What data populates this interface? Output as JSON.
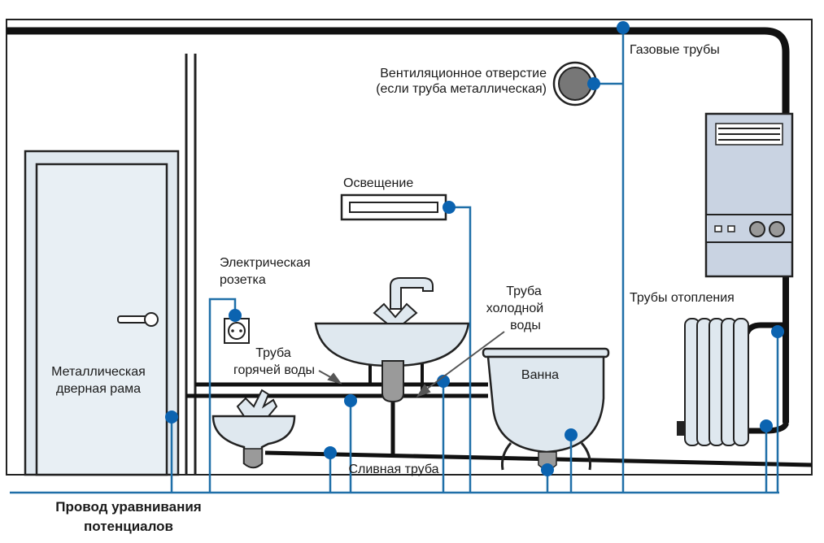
{
  "labels": {
    "gas_pipes": "Газовые трубы",
    "vent_line1": "Вентиляционное отверстие",
    "vent_line2": "(если труба металлическая)",
    "lighting": "Освещение",
    "socket_line1": "Электрическая",
    "socket_line2": "розетка",
    "cold_line1": "Труба",
    "cold_line2": "холодной",
    "cold_line3": "воды",
    "hot_line1": "Труба",
    "hot_line2": "горячей воды",
    "bath": "Ванна",
    "heating": "Трубы отопления",
    "door_line1": "Металлическая",
    "door_line2": "дверная рама",
    "drain": "Сливная труба",
    "wire_line1": "Провод уравнивания",
    "wire_line2": "потенциалов"
  },
  "colors": {
    "wire": "#1f6fa8",
    "dot": "#0b63b0",
    "pipe": "#111111",
    "fixture_fill": "#dfe8ef",
    "boiler_fill": "#c9d3e2"
  }
}
